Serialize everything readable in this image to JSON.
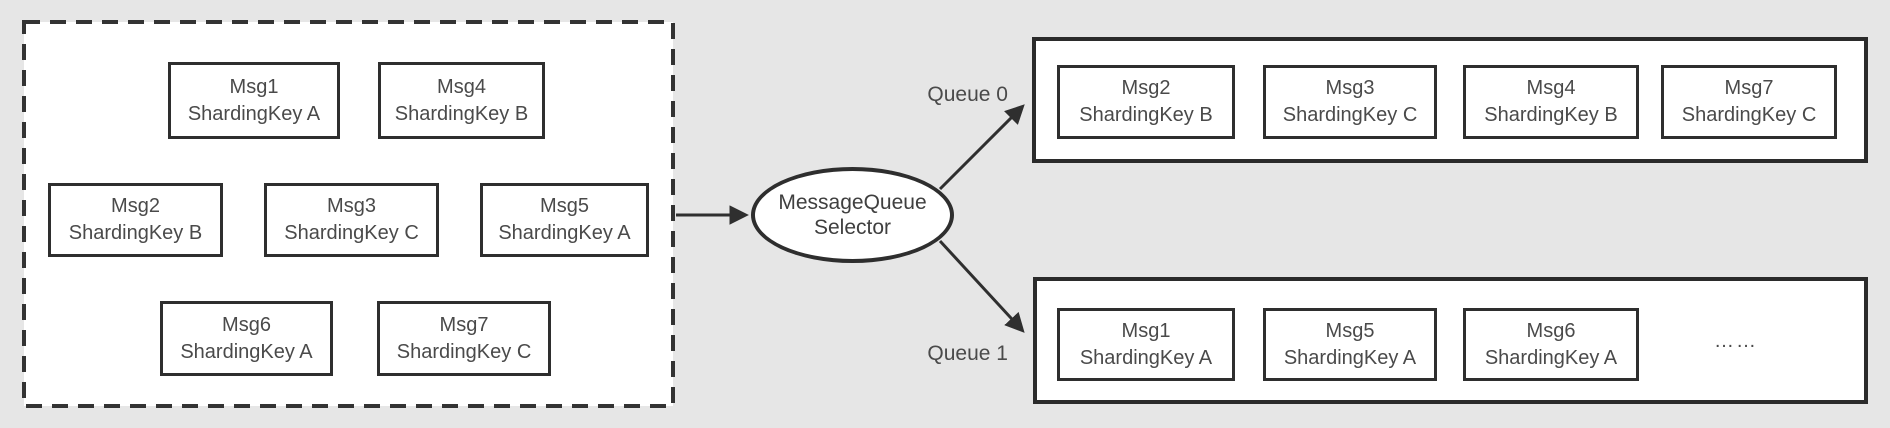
{
  "colors": {
    "background": "#e6e6e6",
    "surface": "#ffffff",
    "border": "#2b2b2b",
    "text": "#4a4a4a",
    "arrow": "#2f2f2f"
  },
  "source_group": {
    "messages": [
      {
        "id": "Msg1",
        "key": "ShardingKey A"
      },
      {
        "id": "Msg4",
        "key": "ShardingKey B"
      },
      {
        "id": "Msg2",
        "key": "ShardingKey B"
      },
      {
        "id": "Msg3",
        "key": "ShardingKey C"
      },
      {
        "id": "Msg5",
        "key": "ShardingKey A"
      },
      {
        "id": "Msg6",
        "key": "ShardingKey A"
      },
      {
        "id": "Msg7",
        "key": "ShardingKey C"
      }
    ]
  },
  "selector": {
    "label_line1": "MessageQueue",
    "label_line2": "Selector"
  },
  "queue0": {
    "label": "Queue 0",
    "messages": [
      {
        "id": "Msg2",
        "key": "ShardingKey B"
      },
      {
        "id": "Msg3",
        "key": "ShardingKey C"
      },
      {
        "id": "Msg4",
        "key": "ShardingKey B"
      },
      {
        "id": "Msg7",
        "key": "ShardingKey C"
      }
    ]
  },
  "queue1": {
    "label": "Queue 1",
    "messages": [
      {
        "id": "Msg1",
        "key": "ShardingKey A"
      },
      {
        "id": "Msg5",
        "key": "ShardingKey A"
      },
      {
        "id": "Msg6",
        "key": "ShardingKey A"
      }
    ],
    "ellipsis": "……"
  }
}
